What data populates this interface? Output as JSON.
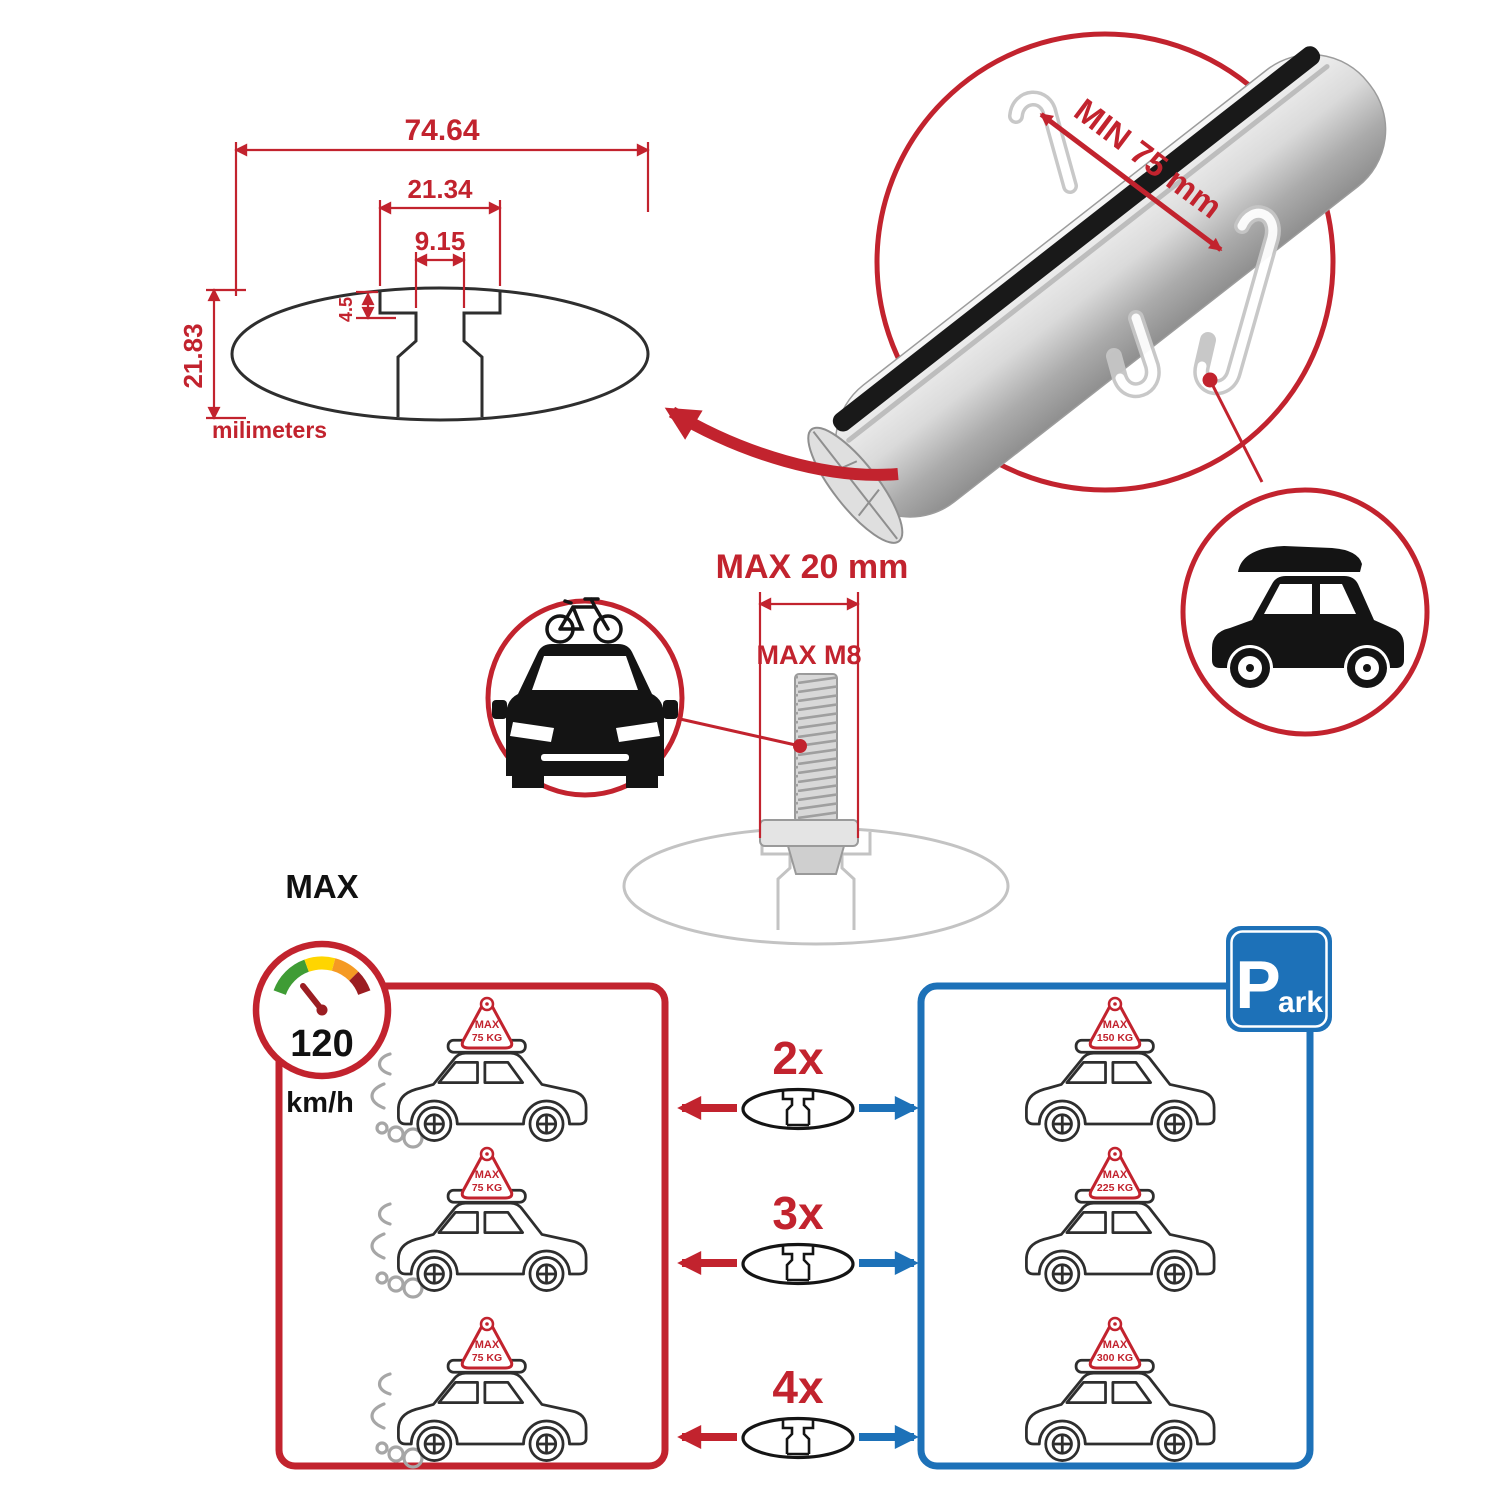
{
  "colors": {
    "accent_red": "#c2232e",
    "accent_blue": "#1d71b8",
    "line_dark": "#2e2e2e",
    "ghost_gray": "#c3c3c3",
    "gauge_green": "#3f9c35",
    "gauge_yellow": "#ffd500",
    "gauge_orange": "#f59a23",
    "gauge_red": "#9b1d22"
  },
  "cross_section": {
    "width_total": "74.64",
    "channel_outer_width": "21.34",
    "channel_inner_width": "9.15",
    "lip_height": "4.5",
    "profile_height": "21.83",
    "units": "milimeters"
  },
  "bar_detail": {
    "min_span": "MIN 75 mm"
  },
  "bolt": {
    "max_width": "MAX 20 mm",
    "max_thread": "MAX M8"
  },
  "speed_limit": {
    "label": "MAX",
    "value": "120",
    "units": "km/h"
  },
  "park_sign": {
    "letter": "P",
    "rest": "ark"
  },
  "load_rows": [
    {
      "multiplier": "2x",
      "driving": {
        "label": "MAX",
        "weight": "75 KG"
      },
      "parked": {
        "label": "MAX",
        "weight": "150 KG"
      }
    },
    {
      "multiplier": "3x",
      "driving": {
        "label": "MAX",
        "weight": "75 KG"
      },
      "parked": {
        "label": "MAX",
        "weight": "225 KG"
      }
    },
    {
      "multiplier": "4x",
      "driving": {
        "label": "MAX",
        "weight": "75 KG"
      },
      "parked": {
        "label": "MAX",
        "weight": "300 KG"
      }
    }
  ]
}
